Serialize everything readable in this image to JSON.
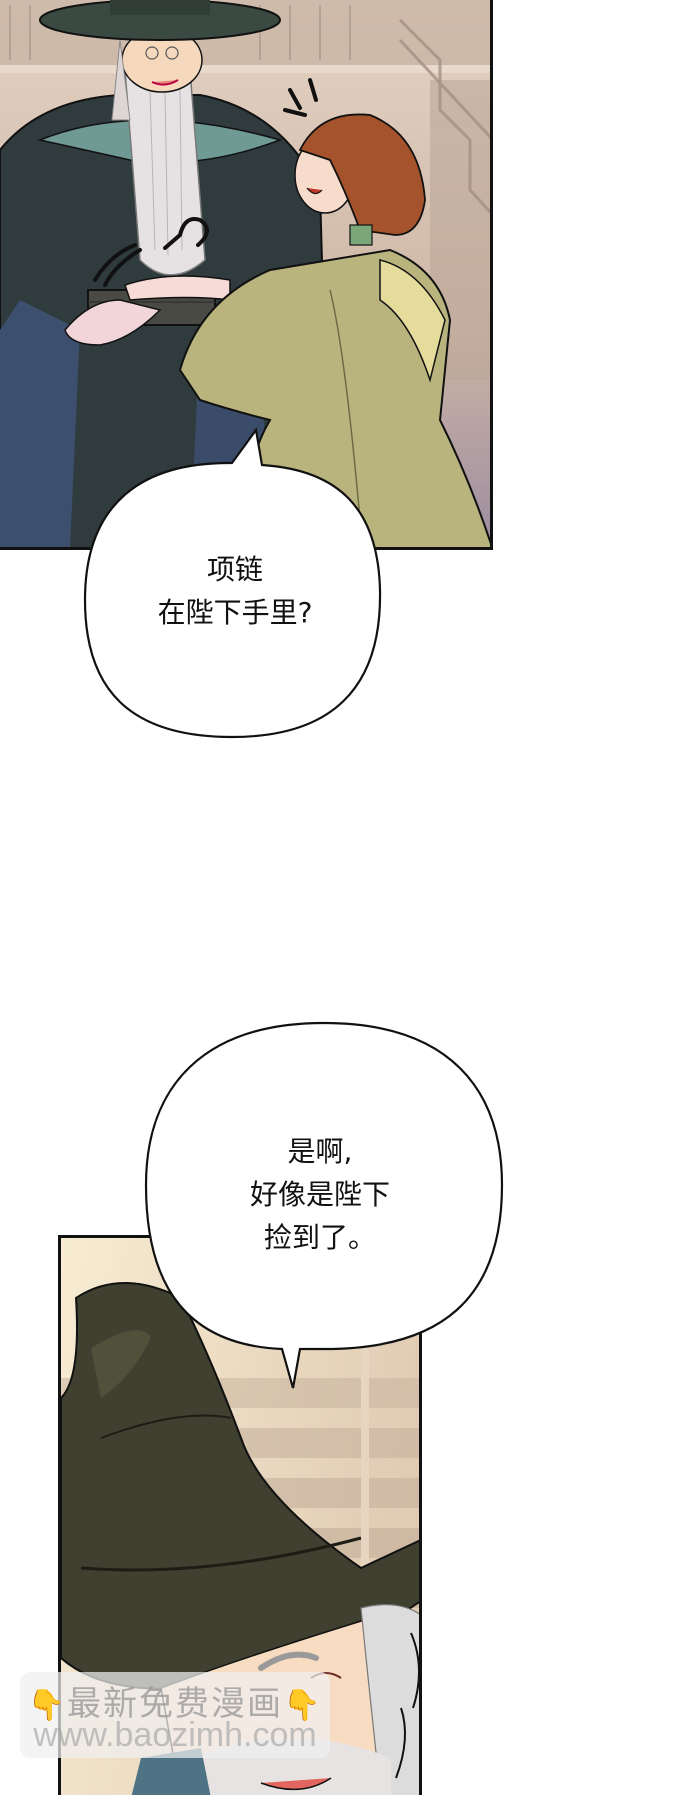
{
  "panels": [
    {
      "id": "panel-1",
      "scene": "library",
      "characters": [
        "old-wizard-with-hat-and-glasses",
        "short-haired-woman-in-green-dress"
      ],
      "prop": "black-necklace-box"
    },
    {
      "id": "panel-2",
      "scene": "library",
      "characters": [
        "old-wizard-smiling-under-pointed-hat"
      ]
    }
  ],
  "bubbles": [
    {
      "id": "bubble-1",
      "lines": [
        "项链",
        "在陛下手里?"
      ]
    },
    {
      "id": "bubble-2",
      "lines": [
        "是啊,",
        "好像是陛下",
        "捡到了。"
      ]
    }
  ],
  "watermark": {
    "line1": "最新免费漫画",
    "line2": "www.baozimh.com",
    "icon": "pointing-down-hand-icon"
  },
  "colors": {
    "panel_border": "#111111",
    "bubble_fill": "#ffffff",
    "bubble_stroke": "#111111",
    "robe_dark": "#2e3a3a",
    "robe_blue": "#3d4f6e",
    "dress_green": "#b7b37a",
    "hair_brown": "#a0522d",
    "hat_dark": "#3b3f2e",
    "background_library": "#d9c4b0"
  }
}
